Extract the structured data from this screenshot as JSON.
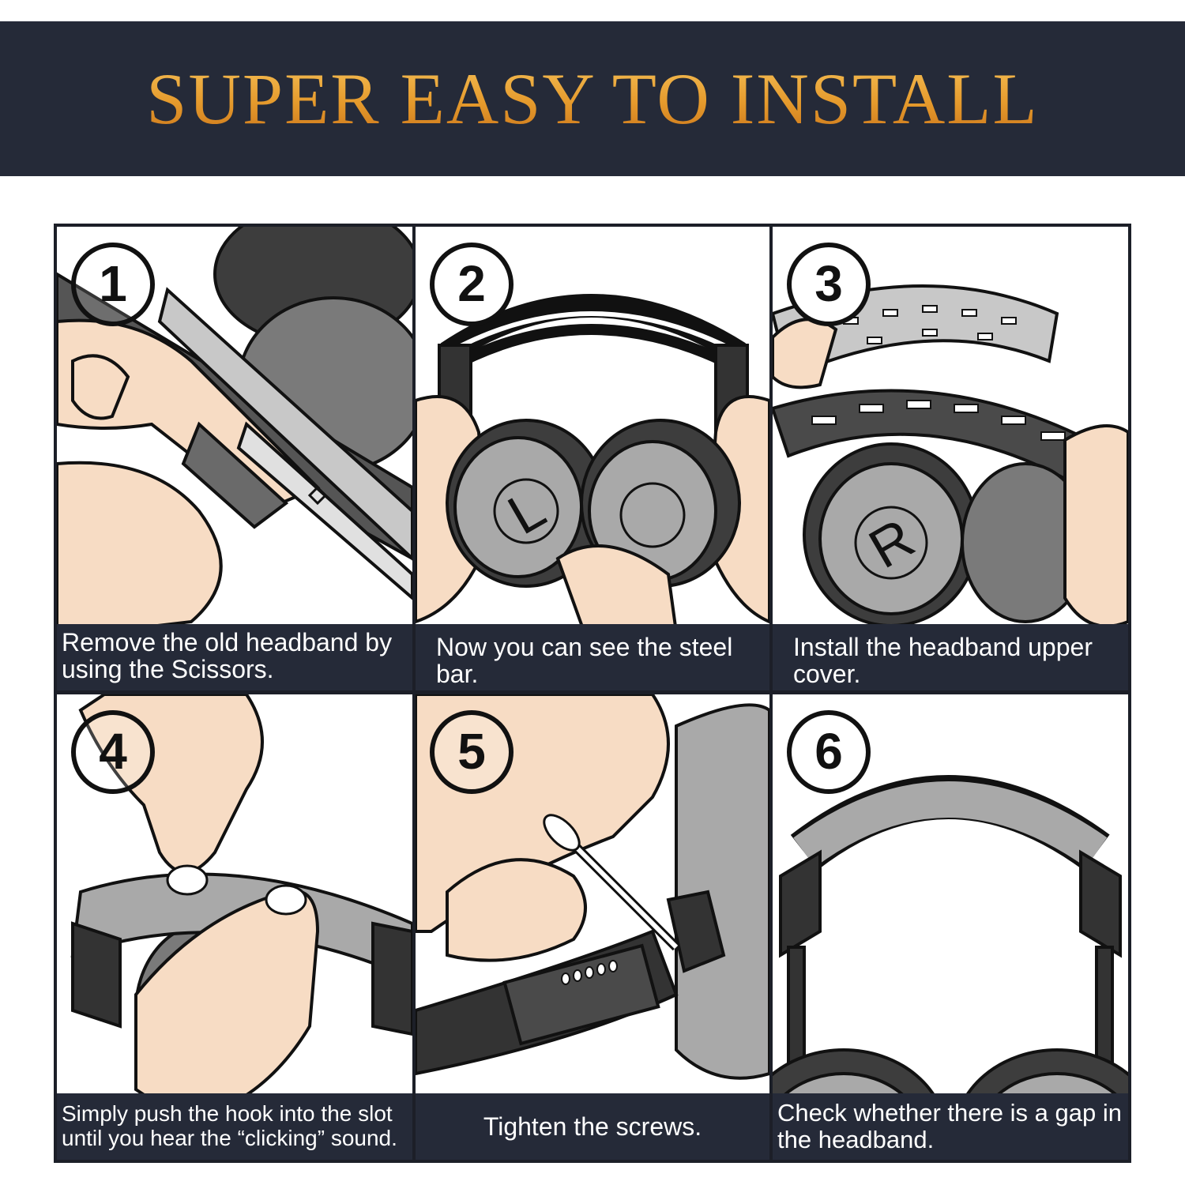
{
  "banner": {
    "title": "SUPER EASY TO INSTALL"
  },
  "steps": [
    {
      "number": "1",
      "caption": "Remove the old headband by using the Scissors."
    },
    {
      "number": "2",
      "caption": "Now you can see the steel bar."
    },
    {
      "number": "3",
      "caption": "Install the headband upper cover."
    },
    {
      "number": "4",
      "caption": "Simply push the hook into the slot until you hear the “clicking” sound."
    },
    {
      "number": "5",
      "caption": "Tighten the screws."
    },
    {
      "number": "6",
      "caption": "Check whether there is a gap in the headband."
    }
  ],
  "earcup_marks": {
    "left": "L",
    "right": "R"
  },
  "colors": {
    "banner_bg": "#252a38",
    "title_gold": "#e9a23b",
    "skin": "#f7dcc4",
    "gray_light": "#a9a9a9",
    "gray_dark": "#4a4a4a"
  }
}
